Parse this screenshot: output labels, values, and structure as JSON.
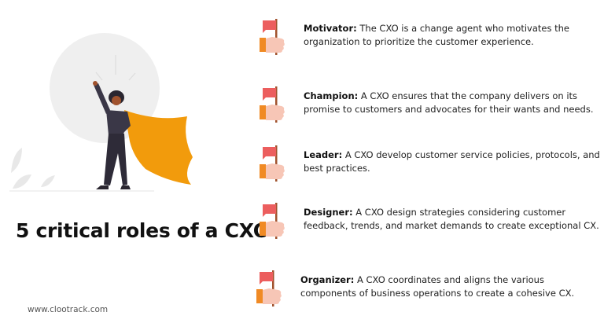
{
  "title": "5 critical roles of a CXO",
  "footer": "www.clootrack.com",
  "colors": {
    "flag": "#ec5e5e",
    "pole": "#a0522d",
    "cuff": "#f08a24",
    "hand": "#f7c6b6",
    "cape": "#f29b0c",
    "figure": "#3a3747"
  },
  "roles": [
    {
      "name": "Motivator:",
      "desc": " The CXO is a change agent who motivates the organization to prioritize the customer experience.",
      "icon": "flag-hand-icon"
    },
    {
      "name": "Champion:",
      "desc": " A CXO ensures that the company delivers on its promise to customers and advocates for their wants and needs.",
      "icon": "flag-hand-icon"
    },
    {
      "name": "Leader:",
      "desc": " A CXO develop customer service policies, protocols, and best practices.",
      "icon": "flag-hand-icon"
    },
    {
      "name": "Designer:",
      "desc": " A CXO design strategies considering customer feedback, trends, and market demands to create exceptional CX.",
      "icon": "flag-hand-icon"
    },
    {
      "name": "Organizer:",
      "desc": " A CXO coordinates and aligns the various components of business operations to create a cohesive CX.",
      "icon": "flag-hand-icon"
    }
  ]
}
